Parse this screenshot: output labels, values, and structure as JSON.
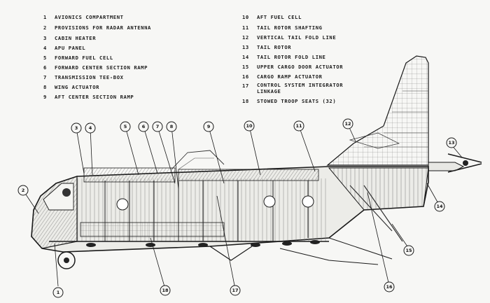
{
  "legend_left": [
    {
      "num": "1",
      "text": "AVIONICS COMPARTMENT"
    },
    {
      "num": "2",
      "text": "PROVISIONS FOR RADAR ANTENNA"
    },
    {
      "num": "3",
      "text": "CABIN HEATER"
    },
    {
      "num": "4",
      "text": "APU PANEL"
    },
    {
      "num": "5",
      "text": "FORWARD FUEL CELL"
    },
    {
      "num": "6",
      "text": "FORWARD CENTER SECTION RAMP"
    },
    {
      "num": "7",
      "text": "TRANSMISSION TEE-BOX"
    },
    {
      "num": "8",
      "text": "WING ACTUATOR"
    },
    {
      "num": "9",
      "text": "AFT CENTER SECTION RAMP"
    }
  ],
  "legend_right": [
    {
      "num": "10",
      "text": "AFT FUEL CELL"
    },
    {
      "num": "11",
      "text": "TAIL ROTOR SHAFTING"
    },
    {
      "num": "12",
      "text": "VERTICAL TAIL FOLD LINE"
    },
    {
      "num": "13",
      "text": "TAIL ROTOR"
    },
    {
      "num": "14",
      "text": "TAIL ROTOR FOLD LINE"
    },
    {
      "num": "15",
      "text": "UPPER CARGO DOOR ACTUATOR"
    },
    {
      "num": "16",
      "text": "CARGO RAMP ACTUATOR"
    },
    {
      "num": "17",
      "text": "CONTROL SYSTEM INTEGRATOR LINKAGE"
    },
    {
      "num": "18",
      "text": "STOWED TROOP SEATS (32)"
    }
  ],
  "callouts": [
    "1",
    "2",
    "3",
    "4",
    "5",
    "6",
    "7",
    "8",
    "9",
    "10",
    "11",
    "12",
    "13",
    "14",
    "15",
    "16",
    "17",
    "18"
  ],
  "colors": {
    "ink": "#1a1a1a",
    "paper": "#f7f7f5",
    "fill": "#dcdcd8"
  }
}
